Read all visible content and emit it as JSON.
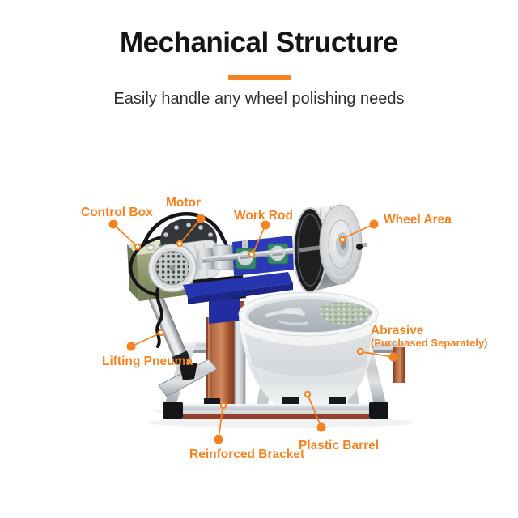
{
  "accent_color": "#f5821f",
  "header": {
    "title": "Mechanical Structure",
    "subtitle": "Easily handle any wheel polishing needs"
  },
  "diagram": {
    "labels": {
      "control_box": "Control Box",
      "motor": "Motor",
      "work_rod": "Work Rod",
      "wheel_area": "Wheel Area",
      "abrasive": "Abrasive",
      "abrasive_note": "(Purchased Separately)",
      "lifting_pneumatic": "Lifting Pneuma",
      "reinforced_bracket": "Reinforced Bracket",
      "plastic_barrel": "Plastic Barrel"
    }
  }
}
